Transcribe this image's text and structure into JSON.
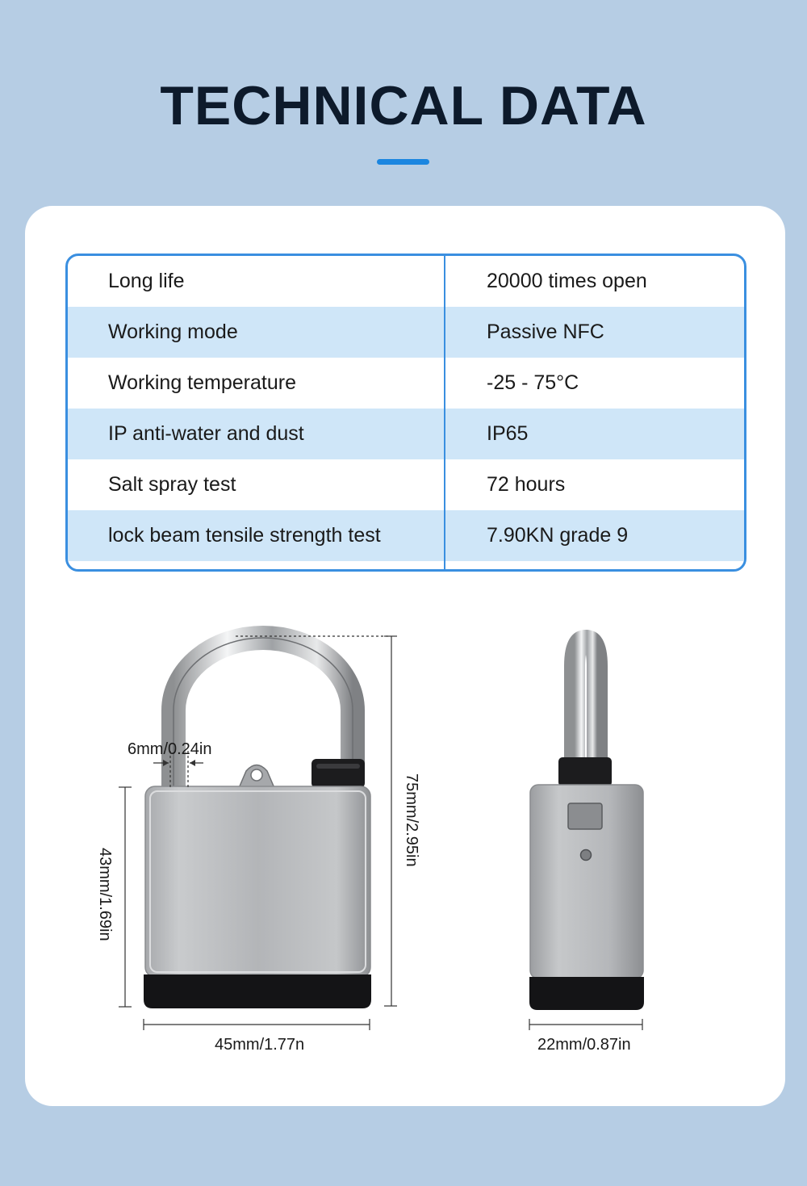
{
  "title": "TECHNICAL DATA",
  "specs": [
    {
      "label": "Long life",
      "value": "20000 times open"
    },
    {
      "label": "Working mode",
      "value": "Passive NFC"
    },
    {
      "label": "Working temperature",
      "value": "-25 - 75°C"
    },
    {
      "label": "IP anti-water and dust",
      "value": "IP65"
    },
    {
      "label": "Salt spray test",
      "value": "72 hours"
    },
    {
      "label": "lock beam tensile strength test",
      "value": "7.90KN grade 9"
    }
  ],
  "dimensions": {
    "shackle_width": "6mm/0.24in",
    "body_height": "43mm/1.69in",
    "total_height": "75mm/2.95in",
    "front_width": "45mm/1.77n",
    "side_width": "22mm/0.87in"
  },
  "colors": {
    "background": "#b6cde4",
    "accent": "#1b86e0",
    "table_border": "#3a8fe0",
    "row_alt": "#cfe6f8"
  }
}
